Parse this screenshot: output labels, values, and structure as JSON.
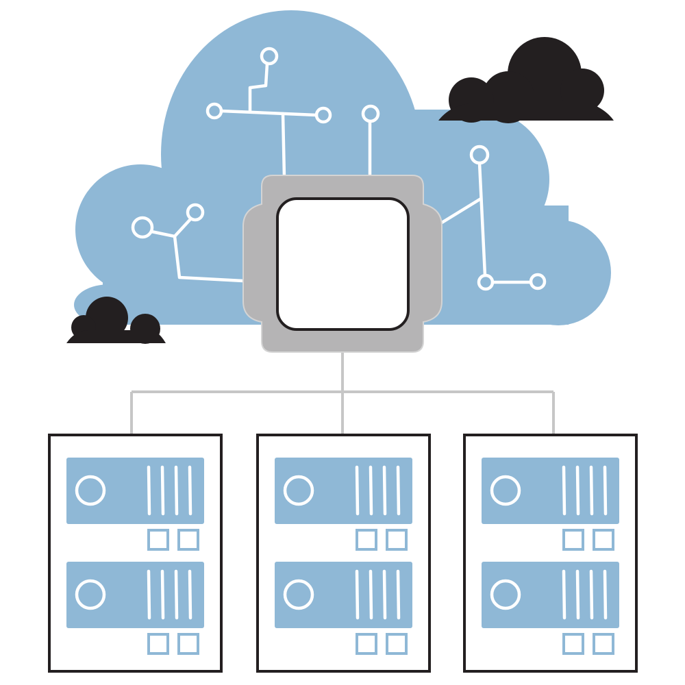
{
  "colors": {
    "cloud": "#8fb8d6",
    "dark_cloud": "#231f20",
    "chip": "#b5b4b5",
    "circuit": "#ffffff",
    "connector": "#c6c6c6",
    "server_frame": "#231f20",
    "server_unit": "#8fb8d6"
  },
  "icons": {
    "main": "cloud-computing-icon",
    "chip": "processor-chip-icon",
    "server": "server-rack-icon"
  },
  "servers": [
    {
      "units": 2
    },
    {
      "units": 2
    },
    {
      "units": 2
    }
  ]
}
